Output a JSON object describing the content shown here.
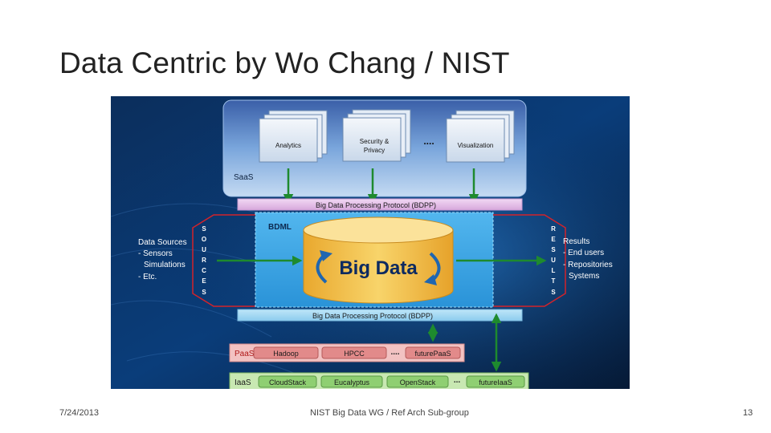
{
  "slide": {
    "title": "Data Centric by Wo Chang / NIST",
    "footer_date": "7/24/2013",
    "footer_center": "NIST Big Data WG / Ref Arch Sub-group",
    "page_number": "13"
  },
  "diagram": {
    "saas": {
      "label": "SaaS",
      "docs": [
        "Analytics",
        "Security &",
        "Privacy",
        "Visualization"
      ],
      "ellipsis": "...."
    },
    "bdpp_top": "Big Data Processing Protocol (BDPP)",
    "bdpp_bottom": "Big Data Processing Protocol (BDPP)",
    "bdml": "BDML",
    "big_data": "Big Data",
    "sources_vertical": [
      "S",
      "O",
      "U",
      "R",
      "C",
      "E",
      "S"
    ],
    "results_vertical": [
      "R",
      "E",
      "S",
      "U",
      "L",
      "T",
      "S"
    ],
    "data_sources": {
      "title": "Data Sources",
      "items": [
        "- Sensors",
        "Simulations",
        "- Etc."
      ]
    },
    "results": {
      "title": "Results",
      "items": [
        "- End users",
        "- Repositories",
        "Systems"
      ]
    },
    "paas": {
      "label": "PaaS",
      "items": [
        "Hadoop",
        "HPCC",
        "futurePaaS"
      ],
      "ellipsis": "...."
    },
    "iaas": {
      "label": "IaaS",
      "items": [
        "CloudStack",
        "Eucalyptus",
        "OpenStack",
        "futureIaaS"
      ],
      "ellipsis": "..."
    },
    "colors": {
      "background": "#0a2a52",
      "saas_panel": "#5a86c8",
      "bdpp_bar": "#e9c2ec",
      "bdml_panel": "#3aa7e6",
      "cylinder": "#f5c44a",
      "arrow_green": "#1e8a2e",
      "arrow_blue": "#1f66b0",
      "paas_panel": "#f2c2c2",
      "paas_item": "#e28a8a",
      "iaas_panel": "#c8e8b2",
      "iaas_item": "#8fcf72",
      "red_outline": "#d3232a",
      "label_text": "#ffffff"
    }
  }
}
